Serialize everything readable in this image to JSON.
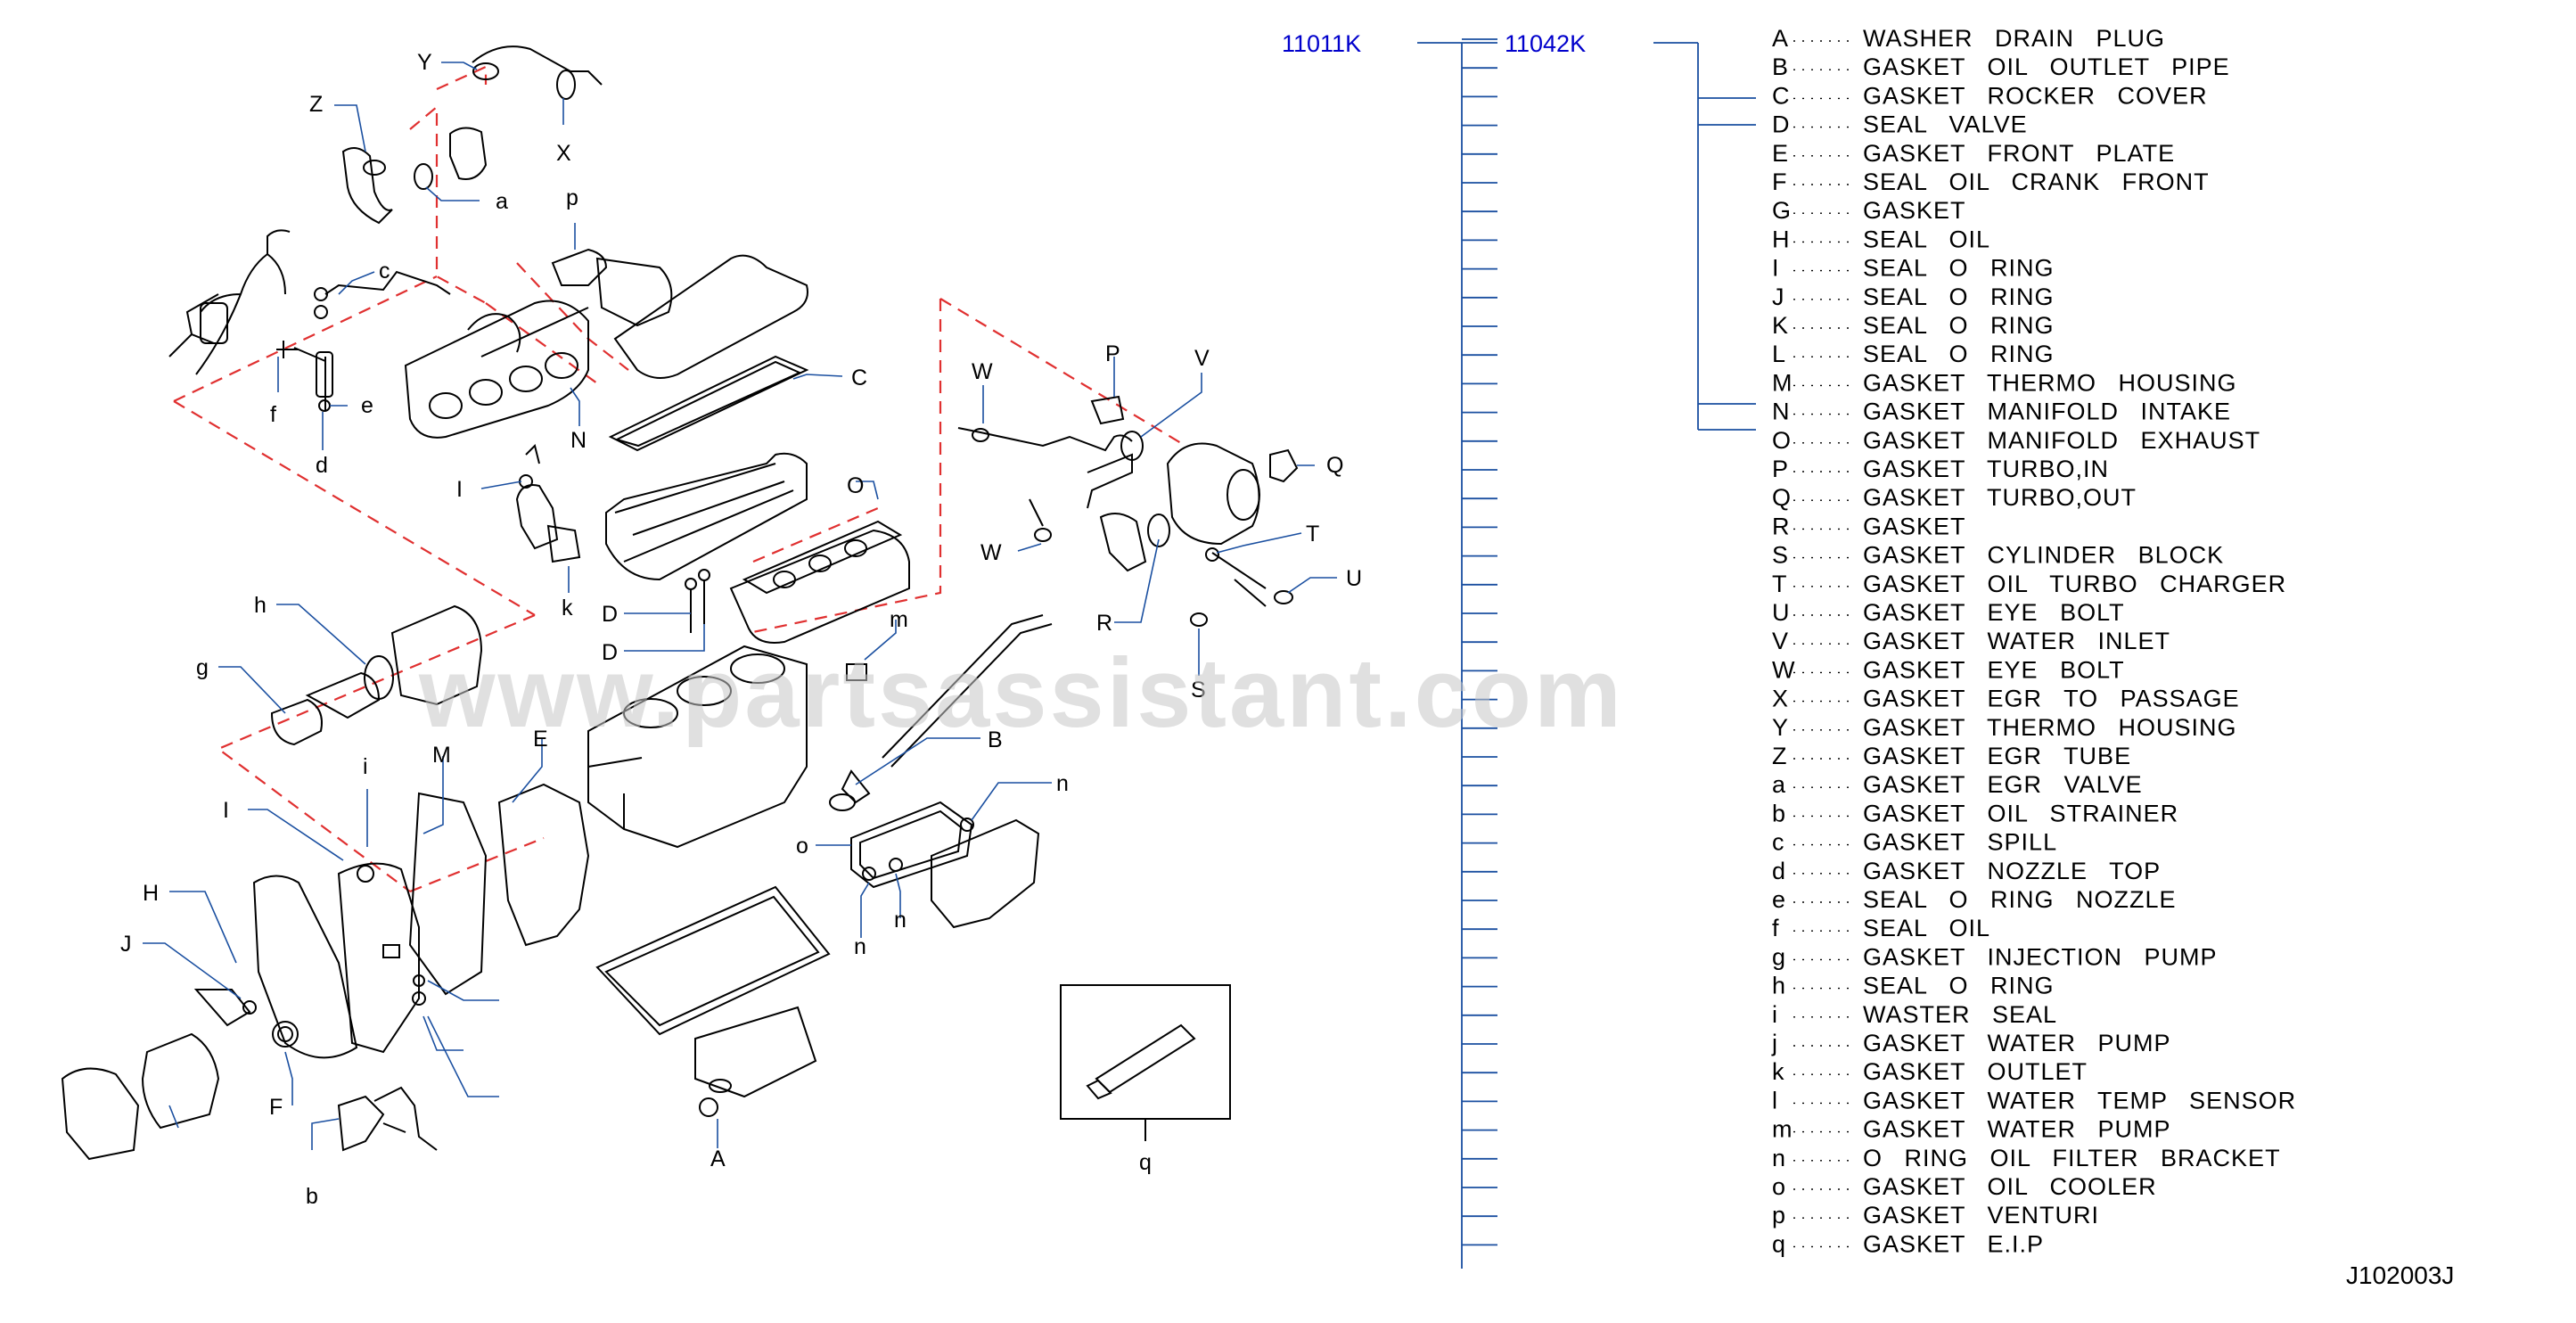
{
  "header_codes": {
    "parent": "11011K",
    "child": "11042K"
  },
  "watermark": "www.partsassistant.com",
  "diagram_ref": "J102003J",
  "callouts": [
    "Y",
    "X",
    "Z",
    "a",
    "c",
    "e",
    "f",
    "d",
    "p",
    "C",
    "N",
    "I",
    "k",
    "O",
    "D",
    "D",
    "h",
    "g",
    "m",
    "B",
    "E",
    "M",
    "i",
    "I",
    "H",
    "J",
    "F",
    "b",
    "A",
    "o",
    "n",
    "n",
    "n",
    "W",
    "P",
    "V",
    "Q",
    "W",
    "T",
    "U",
    "R",
    "S",
    "q"
  ],
  "legend": [
    {
      "letter": "A",
      "text": "WASHER DRAIN PLUG"
    },
    {
      "letter": "B",
      "text": "GASKET OIL OUTLET PIPE"
    },
    {
      "letter": "C",
      "text": "GASKET ROCKER COVER"
    },
    {
      "letter": "D",
      "text": "SEAL VALVE"
    },
    {
      "letter": "E",
      "text": "GASKET FRONT PLATE"
    },
    {
      "letter": "F",
      "text": "SEAL OIL CRANK FRONT"
    },
    {
      "letter": "G",
      "text": "GASKET"
    },
    {
      "letter": "H",
      "text": "SEAL OIL"
    },
    {
      "letter": "I",
      "text": "SEAL O RING"
    },
    {
      "letter": "J",
      "text": "SEAL O RING"
    },
    {
      "letter": "K",
      "text": "SEAL O RING"
    },
    {
      "letter": "L",
      "text": "SEAL O RING"
    },
    {
      "letter": "M",
      "text": "GASKET THERMO HOUSING"
    },
    {
      "letter": "N",
      "text": "GASKET MANIFOLD INTAKE"
    },
    {
      "letter": "O",
      "text": "GASKET MANIFOLD EXHAUST"
    },
    {
      "letter": "P",
      "text": "GASKET TURBO,IN"
    },
    {
      "letter": "Q",
      "text": "GASKET TURBO,OUT"
    },
    {
      "letter": "R",
      "text": "GASKET"
    },
    {
      "letter": "S",
      "text": "GASKET CYLINDER BLOCK"
    },
    {
      "letter": "T",
      "text": "GASKET OIL TURBO CHARGER"
    },
    {
      "letter": "U",
      "text": "GASKET EYE BOLT"
    },
    {
      "letter": "V",
      "text": "GASKET WATER INLET"
    },
    {
      "letter": "W",
      "text": "GASKET EYE BOLT"
    },
    {
      "letter": "X",
      "text": "GASKET EGR TO PASSAGE"
    },
    {
      "letter": "Y",
      "text": "GASKET THERMO HOUSING"
    },
    {
      "letter": "Z",
      "text": "GASKET EGR TUBE"
    },
    {
      "letter": "a",
      "text": "GASKET EGR VALVE"
    },
    {
      "letter": "b",
      "text": "GASKET OIL STRAINER"
    },
    {
      "letter": "c",
      "text": "GASKET SPILL"
    },
    {
      "letter": "d",
      "text": "GASKET NOZZLE TOP"
    },
    {
      "letter": "e",
      "text": "SEAL O RING NOZZLE"
    },
    {
      "letter": "f",
      "text": "SEAL OIL"
    },
    {
      "letter": "g",
      "text": "GASKET INJECTION PUMP"
    },
    {
      "letter": "h",
      "text": "SEAL O RING"
    },
    {
      "letter": "i",
      "text": "WASTER SEAL"
    },
    {
      "letter": "j",
      "text": "GASKET WATER PUMP"
    },
    {
      "letter": "k",
      "text": "GASKET OUTLET"
    },
    {
      "letter": "l",
      "text": "GASKET WATER TEMP SENSOR"
    },
    {
      "letter": "m",
      "text": "GASKET WATER PUMP"
    },
    {
      "letter": "n",
      "text": "O RING OIL FILTER BRACKET"
    },
    {
      "letter": "o",
      "text": "GASKET OIL COOLER"
    },
    {
      "letter": "p",
      "text": "GASKET VENTURI"
    },
    {
      "letter": "q",
      "text": "GASKET E.I.P"
    }
  ],
  "colors": {
    "code_blue": "#0000cc",
    "tree_blue": "#1a4fa0",
    "dash_red": "#e03030",
    "line": "#000000",
    "watermark": "#c8c8c8"
  }
}
